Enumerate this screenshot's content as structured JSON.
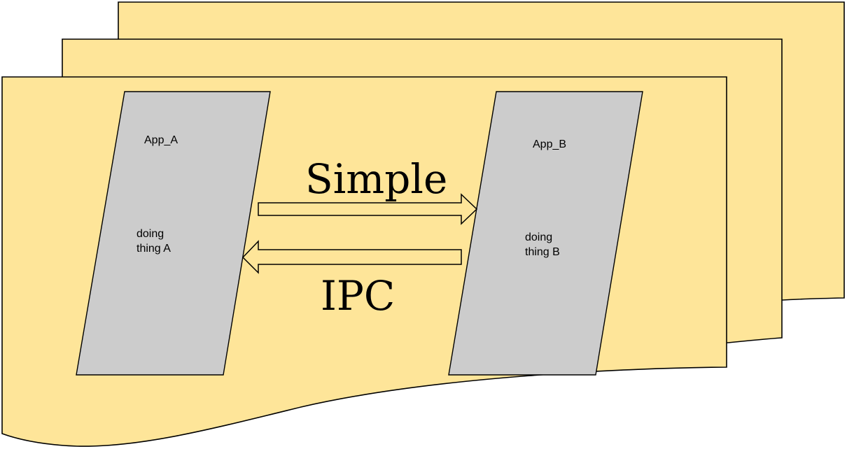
{
  "diagram": {
    "app_a": {
      "name": "App_A",
      "task_line1": "doing",
      "task_line2": "thing A"
    },
    "app_b": {
      "name": "App_B",
      "task_line1": "doing",
      "task_line2": "thing B"
    },
    "connection": {
      "label_top": "Simple",
      "label_bottom": "IPC"
    },
    "colors": {
      "sheet_fill": "#fee599",
      "app_fill": "#cccccc",
      "outline": "#000000"
    }
  }
}
